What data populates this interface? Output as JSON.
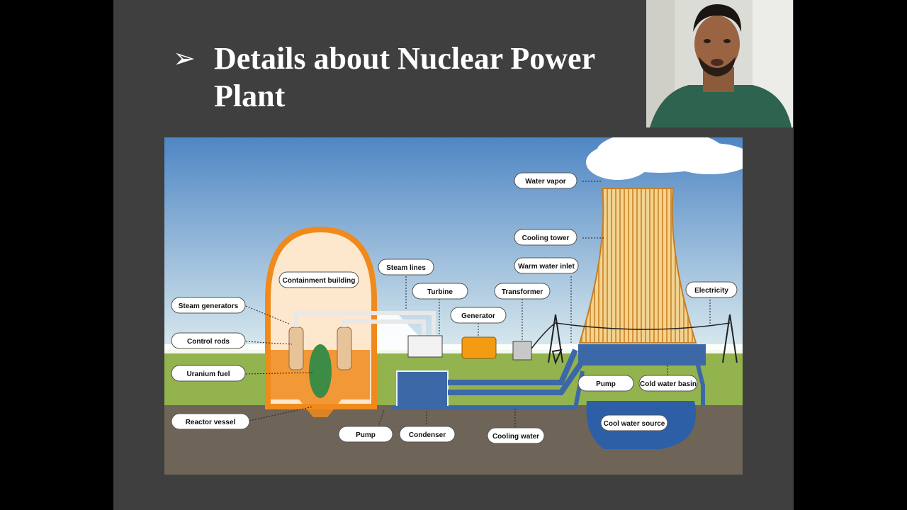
{
  "slide": {
    "bullet": "➢",
    "title": "Details about Nuclear Power Plant"
  },
  "diagram": {
    "labels": {
      "water_vapor": "Water vapor",
      "cooling_tower": "Cooling tower",
      "warm_water_inlet": "Warm water inlet",
      "electricity": "Electricity",
      "steam_lines": "Steam lines",
      "containment_building": "Containment building",
      "turbine": "Turbine",
      "transformer": "Transformer",
      "generator": "Generator",
      "steam_generators": "Steam generators",
      "control_rods": "Control rods",
      "uranium_fuel": "Uranium fuel",
      "reactor_vessel": "Reactor vessel",
      "pump_left": "Pump",
      "condenser": "Condenser",
      "cooling_water": "Cooling water",
      "pump_right": "Pump",
      "cold_water_basin": "Cold water basin",
      "cool_water_source": "Cool water source"
    }
  },
  "colors": {
    "slide_bg": "#3f3f3f",
    "sky_top": "#4f86c4",
    "sky_bottom": "#cfe3ec",
    "grass": "#92b34e",
    "ground": "#6e6558",
    "containment": "#f08a1c",
    "tower": "#e3b46a",
    "water": "#2d5fa6"
  }
}
